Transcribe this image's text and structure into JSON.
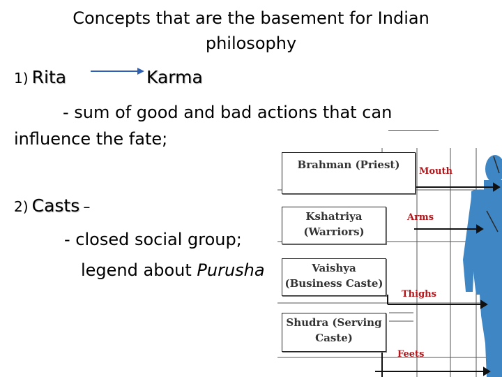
{
  "slide": {
    "title": "Concepts that are the basement for Indian philosophy",
    "item1": {
      "number": "1)",
      "term": "Rita",
      "arrow_target": "Karma",
      "description": "- sum of good and bad actions that can influence the fate;"
    },
    "item2": {
      "number": "2)",
      "term": "Casts",
      "dash": "–",
      "description": "- closed social group;",
      "legend_prefix": "legend about ",
      "legend_name": "Purusha"
    }
  },
  "figure": {
    "castes": [
      {
        "label": "Brahman (Priest)",
        "body_part": "Mouth"
      },
      {
        "label": "Kshatriya (Warriors)",
        "body_part": "Arms"
      },
      {
        "label": "Vaishya (Business Caste)",
        "body_part": "Thighs"
      },
      {
        "label": "Shudra (Serving Caste)",
        "body_part": "Feets"
      }
    ],
    "colors": {
      "body": "#3f86c4",
      "tag": "#b3161a",
      "arrow": "#2f5fb0"
    }
  }
}
